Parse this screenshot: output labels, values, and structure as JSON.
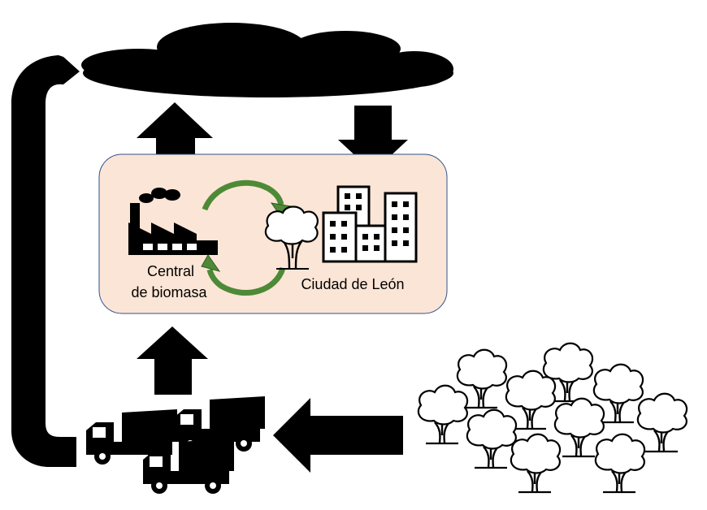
{
  "labels": {
    "plant_line1": "Central",
    "plant_line2": "de biomasa",
    "city": "Ciudad de León"
  },
  "colors": {
    "box_fill": "#fbe5d6",
    "box_stroke": "#2f528f",
    "cycle_arrow": "#4d8a37",
    "ink": "#000000"
  },
  "icons": [
    "cloud-icon",
    "factory-icon",
    "tree-icon",
    "buildings-icon",
    "truck-icon",
    "forest-icon",
    "arrow-icon"
  ]
}
